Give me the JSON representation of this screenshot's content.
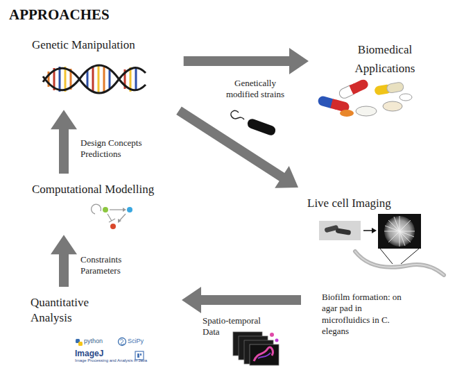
{
  "diagram": {
    "title": "APPROACHES",
    "nodes": [
      {
        "text": [
          "Genetic Manipulation"
        ]
      },
      {
        "text": [
          "Biomedical Applications"
        ]
      },
      {
        "text": [
          "Live cell Imaging"
        ]
      },
      {
        "text": [
          "Quantitative Analysis"
        ]
      },
      {
        "text": [
          "Computational Modelling"
        ]
      }
    ],
    "edges": [
      {
        "from": 0,
        "to": 1,
        "arrow": "to"
      },
      {
        "from": 0,
        "to": 2,
        "arrow": "to"
      },
      {
        "from": 2,
        "to": 3,
        "label": "Spatio-temporal Data",
        "arrow": "to"
      },
      {
        "from": 3,
        "to": 4,
        "label": "Constraints Parameters",
        "arrow": "to"
      },
      {
        "from": 4,
        "to": 0,
        "label": "Design Concepts Predictions",
        "arrow": "to"
      }
    ],
    "labels": [
      "Genetically modified strains",
      "Biofilm formation: on agar pad in microfluidics in C. elegans",
      "python",
      "SciPy",
      "ImageJ",
      "Image Processing and Analysis in Java"
    ]
  }
}
